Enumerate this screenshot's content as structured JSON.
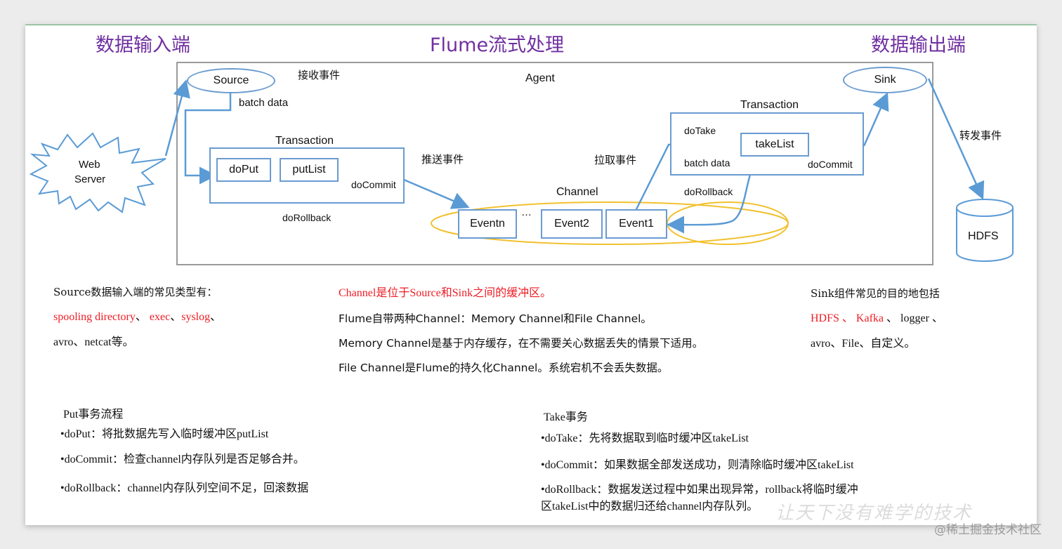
{
  "headers": {
    "input": "数据输入端",
    "flume": "Flume流式处理",
    "output": "数据输出端"
  },
  "diagram": {
    "agent": "Agent",
    "source": "Source",
    "receive_event": "接收事件",
    "batch_data_left": "batch data",
    "web_server_line1": "Web",
    "web_server_line2": "Server",
    "transaction_left": "Transaction",
    "doput": "doPut",
    "putlist": "putList",
    "docommit_left": "doCommit",
    "dorollback_left": "doRollback",
    "push_event": "推送事件",
    "pull_event": "拉取事件",
    "channel": "Channel",
    "eventn": "Eventn",
    "ellipsis": "…",
    "event2": "Event2",
    "event1": "Event1",
    "transaction_right": "Transaction",
    "dotake": "doTake",
    "takelist": "takeList",
    "batch_data_right": "batch data",
    "docommit_right": "doCommit",
    "dorollback_right": "doRollback",
    "sink": "Sink",
    "forward_event": "转发事件",
    "hdfs": "HDFS"
  },
  "source_desc": {
    "line1": "Source数据输入端的常见类型有：",
    "spooling": "spooling directory",
    "sep1": "、",
    "exec": "exec",
    "sep2": "、",
    "syslog": "syslog",
    "sep3": "、",
    "line3": "avro、netcat等。"
  },
  "channel_desc": {
    "line1": "Channel是位于Source和Sink之间的缓冲区。",
    "line2": "Flume自带两种Channel：Memory Channel和File Channel。",
    "line3": "Memory Channel是基于内存缓存，在不需要关心数据丢失的情景下适用。",
    "line4": "File Channel是Flume的持久化Channel。系统宕机不会丢失数据。"
  },
  "sink_desc": {
    "line1": "Sink组件常见的目的地包括",
    "hdfs": "HDFS",
    "sep1": "、",
    "kafka": "Kafka",
    "sep2": "、",
    "logger": "logger",
    "sep3": "、",
    "line3": "avro、File、自定义。"
  },
  "put_flow": {
    "title": "Put事务流程",
    "item1": "•doPut：将批数据先写入临时缓冲区putList",
    "item2": "•doCommit：检查channel内存队列是否足够合并。",
    "item3": "•doRollback：channel内存队列空间不足，回滚数据"
  },
  "take_flow": {
    "title": "Take事务",
    "item1": "•doTake：先将数据取到临时缓冲区takeList",
    "item2": "•doCommit：如果数据全部发送成功，则清除临时缓冲区takeList",
    "item3a": "•doRollback：数据发送过程中如果出现异常，rollback将临时缓冲",
    "item3b": "区takeList中的数据归还给channel内存队列。"
  },
  "watermark": {
    "slogan": "让天下没有难学的技术",
    "site": "@稀土掘金技术社区"
  },
  "colors": {
    "header": "#7030a0",
    "accent_red": "#ee1c24",
    "line_blue": "#5b9bd5",
    "channel_yellow": "#f2c12e"
  }
}
